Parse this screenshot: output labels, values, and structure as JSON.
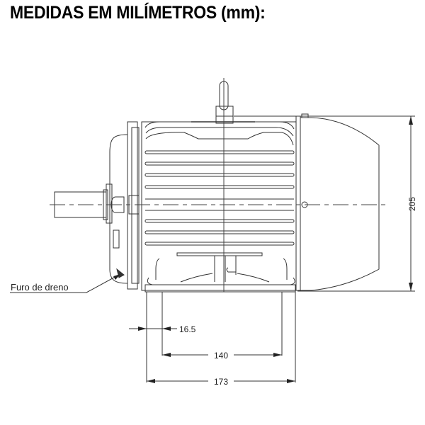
{
  "title": "MEDIDAS EM MILÍMETROS (mm):",
  "annotations": {
    "drain_hole": "Furo de dreno"
  },
  "dimensions": {
    "height": "205",
    "foot_offset": "16.5",
    "foot_hole_spacing": "140",
    "foot_width": "173"
  },
  "colors": {
    "line": "#333333",
    "background": "#ffffff"
  }
}
